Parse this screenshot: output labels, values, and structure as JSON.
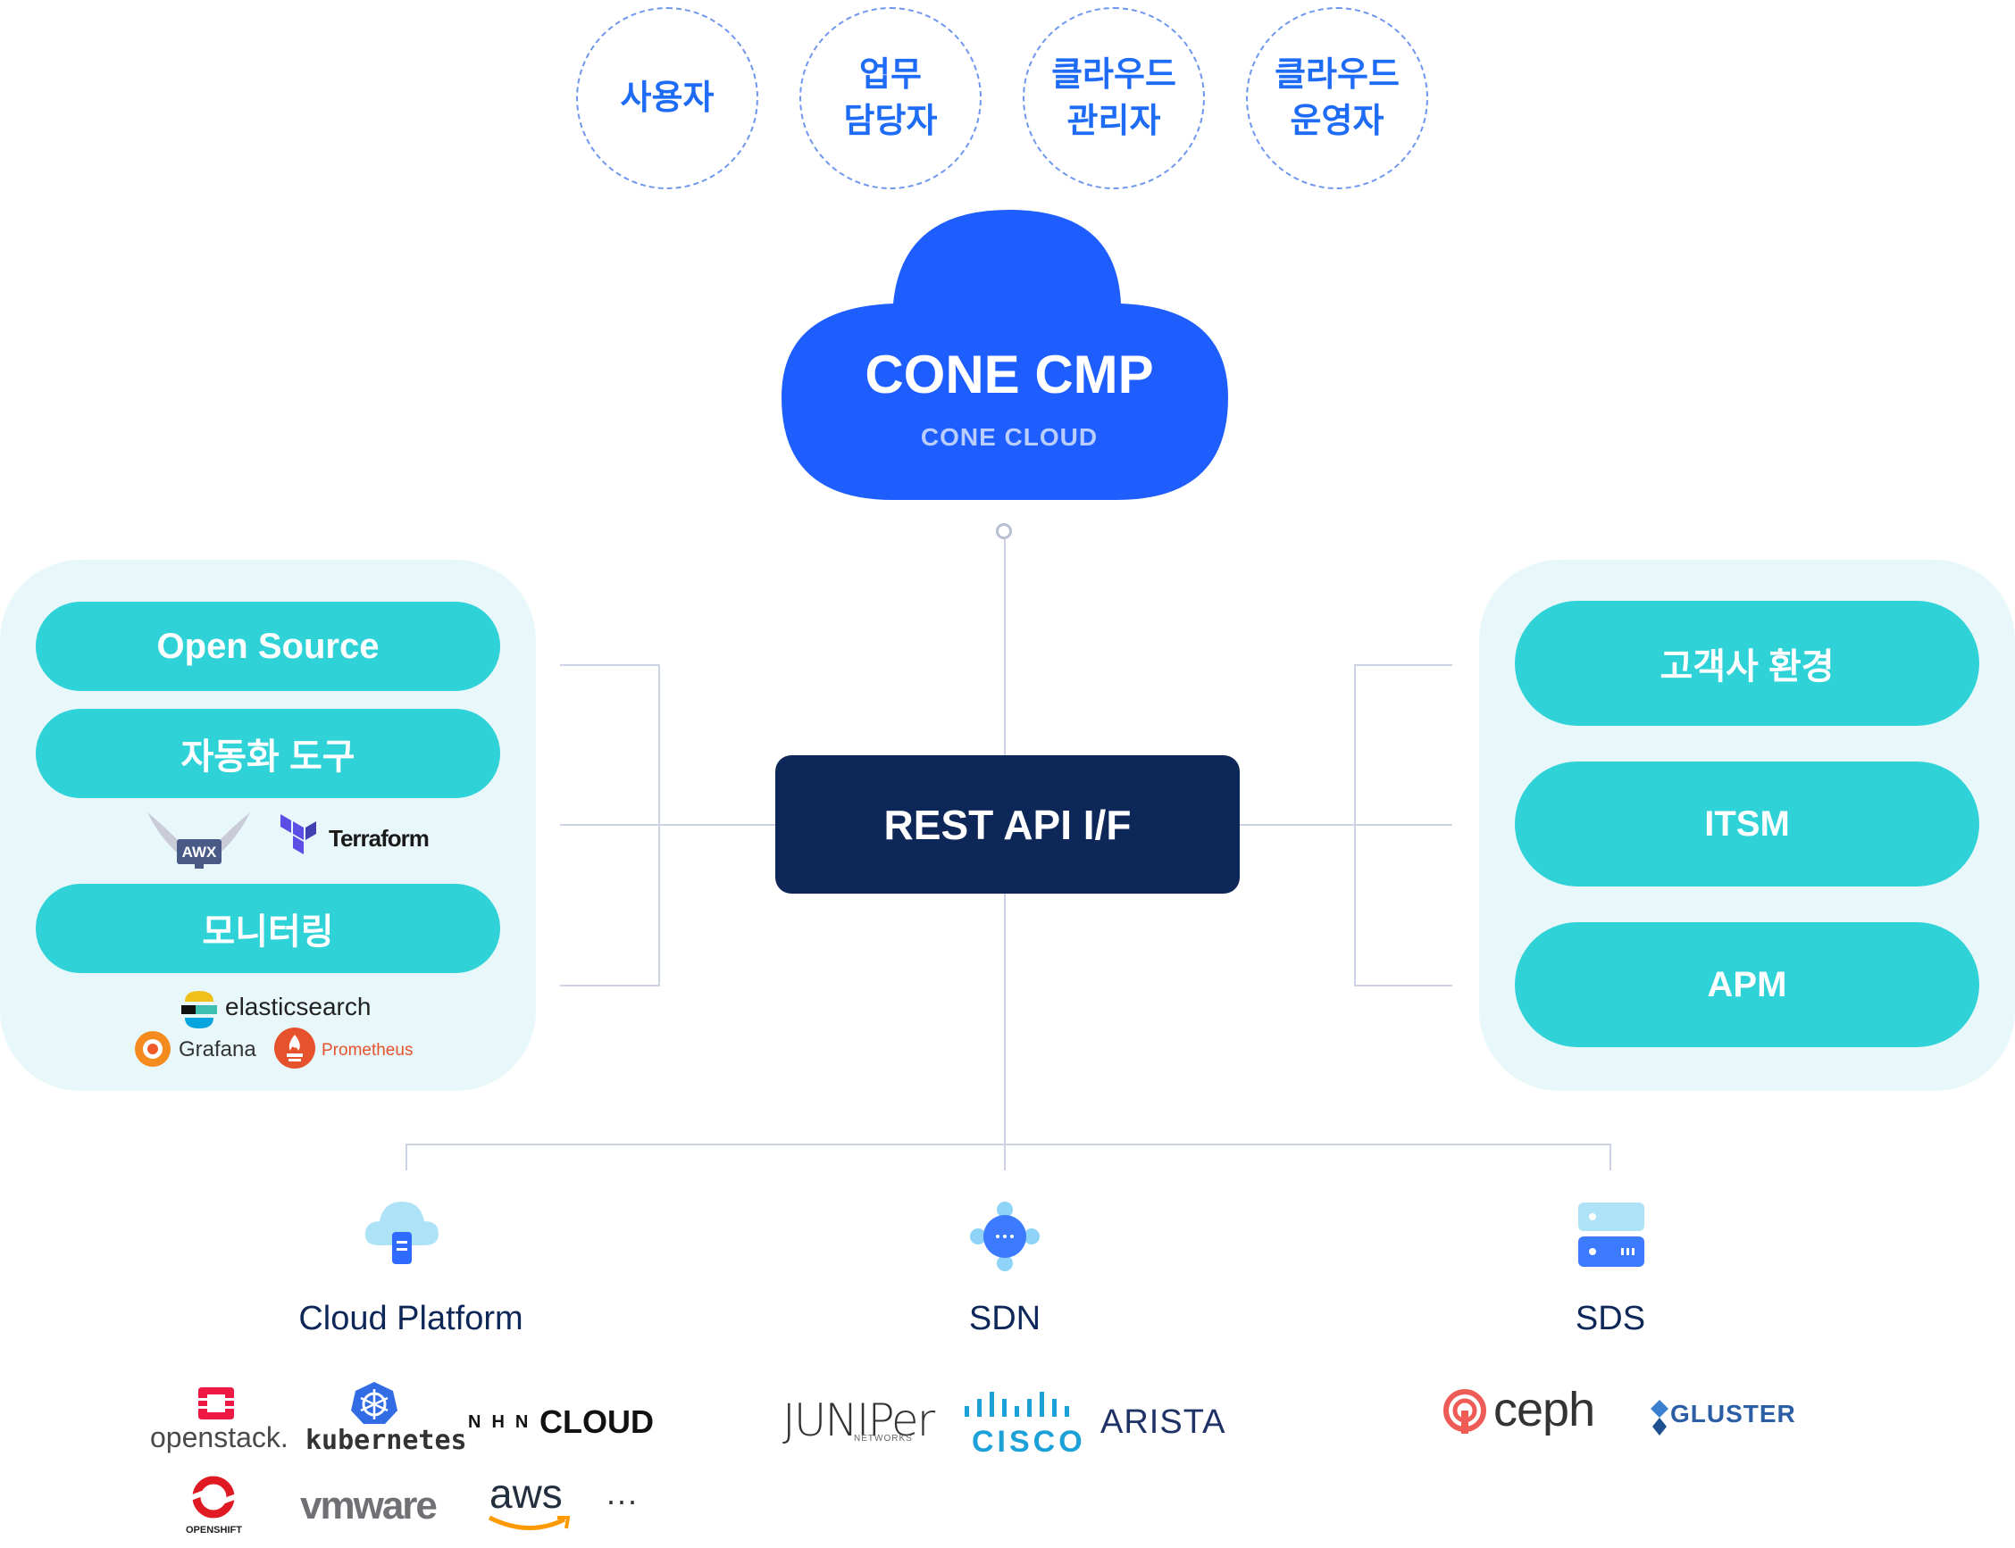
{
  "roles": [
    "사용자",
    "업무\n담당자",
    "클라우드\n관리자",
    "클라우드\n운영자"
  ],
  "cloud": {
    "title": "CONE CMP",
    "subtitle": "CONE CLOUD"
  },
  "api": "REST API I/F",
  "left_panel": {
    "pills": [
      "Open Source",
      "자동화 도구",
      "모니터링"
    ],
    "automation_logos": [
      "AWX",
      "Terraform"
    ],
    "monitoring_logos": [
      "elasticsearch",
      "Grafana",
      "Prometheus"
    ]
  },
  "right_panel": {
    "pills": [
      "고객사 환경",
      "ITSM",
      "APM"
    ]
  },
  "categories": [
    {
      "label": "Cloud Platform",
      "icon": "cloud-icon"
    },
    {
      "label": "SDN",
      "icon": "network-icon"
    },
    {
      "label": "SDS",
      "icon": "server-icon"
    }
  ],
  "cloud_logos": [
    "openstack.",
    "kubernetes",
    "NHN",
    "CLOUD",
    "OPENSHIFT",
    "vmware",
    "aws",
    "···"
  ],
  "sdn_logos": [
    "JUNIPer",
    "NETWORKS",
    "CISCO",
    "ARISTA"
  ],
  "sds_logos": [
    "ceph",
    "GLUSTER"
  ],
  "colors": {
    "primary_blue": "#1e5eff",
    "teal": "#2fd2d7",
    "navy": "#0d2758",
    "panel_bg": "#e8f8fa"
  }
}
